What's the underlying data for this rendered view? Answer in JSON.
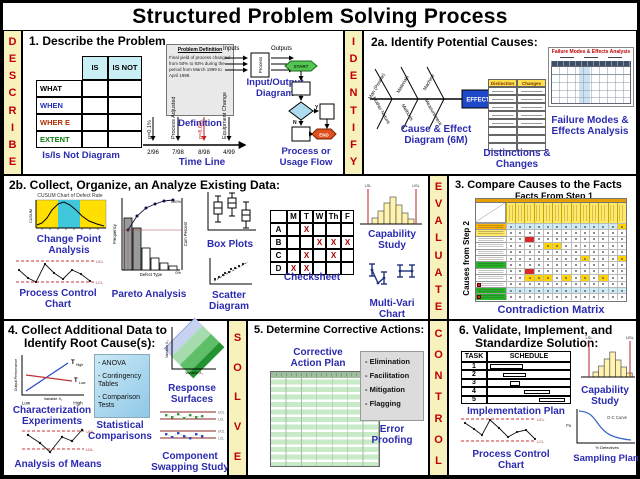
{
  "title": "Structured Problem Solving Process",
  "sidebars": {
    "describe": "DESCRIBE",
    "identify": "IDENTIFY",
    "evaluate": "EVALUATE",
    "solve": "SOLVE",
    "control": "CONTROL"
  },
  "panel1": {
    "heading": "1. Describe the Problem",
    "isisnot": {
      "grid": [
        "",
        "IS",
        "IS NOT",
        "WHAT",
        "",
        "",
        "WHEN",
        "",
        "",
        "WHER E",
        "",
        "",
        "EXTENT",
        "",
        ""
      ],
      "label": "Is/Is Not Diagram"
    },
    "definition": {
      "box_title": "Problem Definition",
      "body": "Final yield of process changed from 50% to 93% during the period from March 1999 to April 1999.",
      "label": "Definition"
    },
    "timeline": {
      "ann": [
        "p=0.1%",
        "Process Adjusted",
        "p=8.6%",
        "Equipment Change"
      ],
      "ticks": [
        "2/96",
        "7/98",
        "8/98",
        "4/99"
      ],
      "label": "Time Line"
    },
    "io": {
      "inputs": "Inputs",
      "outputs": "Outputs",
      "process": "Process",
      "label": "Input/Output Diagram"
    },
    "flow": {
      "start": "START",
      "end": "END",
      "yes": "Y",
      "no": "N",
      "label": "Process or Usage Flow"
    }
  },
  "panel2a": {
    "heading": "2a. Identify Potential Causes:",
    "fishbone": {
      "branches_top": [
        "Man (People)",
        "Materials",
        "Machine"
      ],
      "branches_bottom": [
        "Mother Nature",
        "Methods",
        "Measurement"
      ],
      "effect": "EFFECT",
      "label": "Cause & Effect Diagram (6M)"
    },
    "distinctions": {
      "headers": [
        "Distinction",
        "Changes"
      ],
      "label": "Distinctions & Changes"
    },
    "fmea": {
      "title": "Failure Modes & Effects Analysis",
      "label": "Failure Modes & Effects Analysis"
    }
  },
  "panel2b": {
    "heading": "2b. Collect, Organize, an Analyze Existing Data:",
    "changepoint": {
      "title": "CUSUM Chart of Defect Rate",
      "ylabel": "CUSUM",
      "label": "Change Point Analysis"
    },
    "control": {
      "ucl": "UCL",
      "lcl": "LCL",
      "label": "Process Control Chart"
    },
    "pareto": {
      "ylabel": "Frequency",
      "y2label": "Cum Percent",
      "xlabel": "Defect Type",
      "p100": "100%",
      "p0": "0%",
      "label": "Pareto Analysis"
    },
    "box": {
      "label": "Box Plots"
    },
    "scatter": {
      "label": "Scatter Diagram"
    },
    "checksheet": {
      "grid": [
        "",
        "M",
        "T",
        "W",
        "Th",
        "F",
        "A",
        "",
        "X",
        "",
        "",
        "",
        "B",
        "",
        "",
        "X",
        "X",
        "X",
        "C",
        "",
        "X",
        "",
        "X",
        "",
        "D",
        "X",
        "X",
        "",
        "",
        ""
      ],
      "label": "Checksheet"
    },
    "capability": {
      "lsl": "LSL",
      "usl": "USL",
      "label": "Capability Study"
    },
    "multivari": {
      "label": "Multi-Vari Chart"
    }
  },
  "panel3": {
    "heading": "3. Compare Causes to the Facts",
    "facts_title": "Facts From Step 1",
    "causes_label": "Causes from Step 2",
    "label": "Contradiction Matrix",
    "matrix": {
      "cols": 13,
      "rows": 12,
      "cyan_rows": [
        0,
        10
      ],
      "green_label_rows": [
        6,
        10,
        11
      ],
      "orange_label_rows": [
        0
      ],
      "yellow_label_rows": [
        1
      ],
      "red_label_rows": [
        9,
        11
      ],
      "yellow_cells": [
        [
          0,
          12
        ],
        [
          3,
          4
        ],
        [
          3,
          5
        ],
        [
          5,
          8
        ],
        [
          5,
          12
        ],
        [
          8,
          2
        ],
        [
          8,
          3
        ],
        [
          8,
          4
        ],
        [
          8,
          6
        ],
        [
          8,
          8
        ],
        [
          8,
          10
        ]
      ],
      "red_cells": [
        [
          2,
          2
        ],
        [
          7,
          2
        ]
      ]
    }
  },
  "panel4": {
    "heading1": "4. Collect Additional Data to",
    "heading2": "Identify Root Cause(s):",
    "charexp": {
      "t": "T",
      "t_high_sub": "High",
      "t_low_sub": "Low",
      "ylabel": "Output Performance",
      "xlabel": "Variable X₁",
      "low": "Low",
      "high": "High",
      "label": "Characterization Experiments"
    },
    "stats": {
      "items": [
        "- ANOVA",
        "- Contingency Tables",
        "- Comparison Tests"
      ],
      "label": "Statistical Comparisons"
    },
    "response": {
      "xlabel": "Variable X₁",
      "ylabel": "Variable X₂",
      "label": "Response Surfaces"
    },
    "anom": {
      "udl": "UDL",
      "ldl": "LDL",
      "label": "Analysis of Means"
    },
    "swap": {
      "limits": [
        "UCL",
        "LCL",
        "UCL",
        "LCL"
      ],
      "label": "Component Swapping Study"
    }
  },
  "panel5": {
    "heading": "5. Determine Corrective Actions:",
    "cap_label1": "Corrective",
    "cap_label2": "Action Plan",
    "error": {
      "items": [
        "- Elimination",
        "- Facilitation",
        "- Mitigation",
        "- Flagging"
      ],
      "label": "Error Proofing"
    }
  },
  "panel6": {
    "heading1": "6. Validate, Implement, and",
    "heading2": "Standardize Solution:",
    "impl": {
      "task": "TASK",
      "schedule": "SCHEDULE",
      "rows": [
        "1",
        "2",
        "3",
        "4",
        "5"
      ],
      "bars": [
        [
          3,
          40
        ],
        [
          18,
          28
        ],
        [
          27,
          12
        ],
        [
          44,
          32
        ],
        [
          62,
          32
        ]
      ],
      "label": "Implementation Plan"
    },
    "capability": {
      "lsl": "LSL",
      "usl": "USL",
      "label": "Capability Study"
    },
    "control": {
      "ucl": "UCL",
      "lcl": "LCL",
      "label": "Process Control Chart"
    },
    "sampling": {
      "curve": "O-C Curve",
      "ylabel": "Pa",
      "xlabel": "% Defectives",
      "label": "Sampling Plan"
    }
  },
  "colors": {
    "phase_letter": "#C00000",
    "phase_bg": "#F7F1BE",
    "label_blue": "#2B2BB0",
    "effect_box": "#1E48C8",
    "start_hex": "#55C455",
    "end_hex": "#E0511E",
    "decision": "#AEDCEF",
    "cusum_bg": "#FFDF00",
    "cusum_band": "#3FC8DC",
    "limit_red": "#CC3333",
    "capability_bar": "#FFF3AE"
  }
}
